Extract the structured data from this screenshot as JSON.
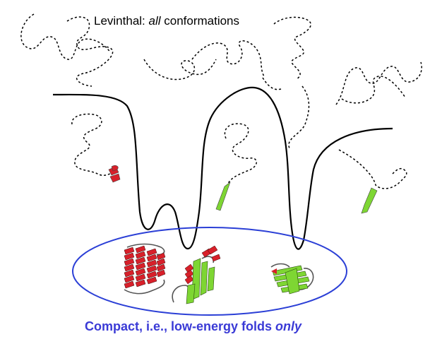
{
  "title": {
    "prefix": "Levinthal: ",
    "emphasis": "all",
    "suffix": " conformations"
  },
  "caption": {
    "prefix": "Compact, i.e., low-energy folds ",
    "emphasis": "only"
  },
  "colors": {
    "landscape": "#000000",
    "ellipse": "#2b3fd6",
    "caption": "#3a3ad6",
    "helix": "#d8202a",
    "strand": "#7ed633",
    "coil": "#555555"
  }
}
